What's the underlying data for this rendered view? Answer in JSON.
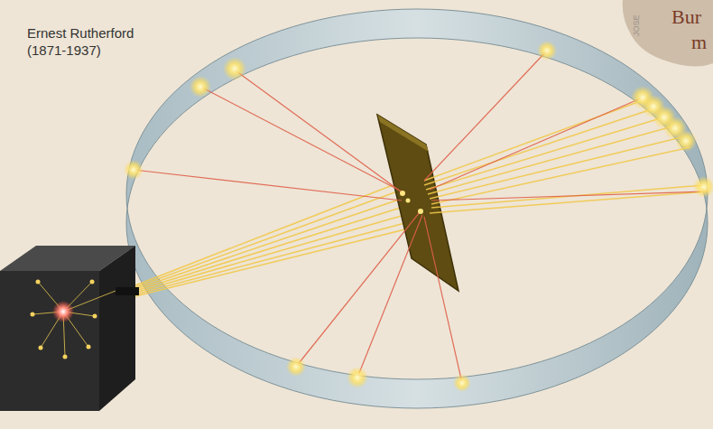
{
  "diagram": {
    "labels": [
      "Ernest Rutherford",
      "(1871-1937)",
      "Bur",
      "m",
      "JOSE"
    ]
  }
}
